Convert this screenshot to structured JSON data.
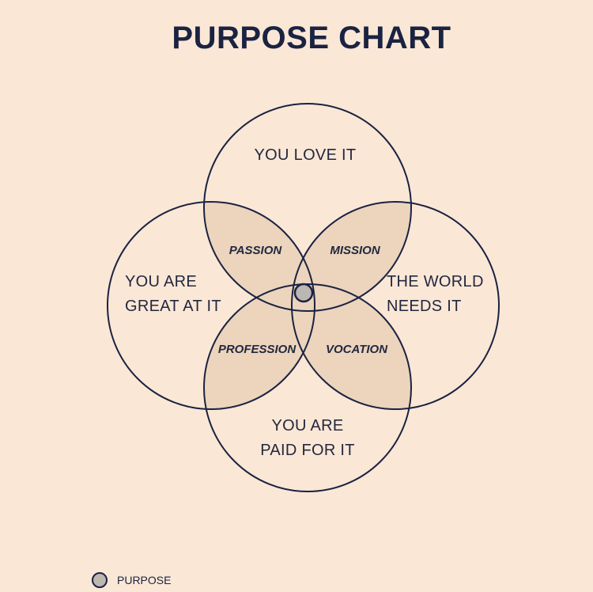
{
  "title": "PURPOSE CHART",
  "circles": {
    "top": [
      "YOU LOVE IT"
    ],
    "left": [
      "YOU ARE",
      "GREAT AT IT"
    ],
    "right": [
      "THE WORLD",
      "NEEDS IT"
    ],
    "bottom": [
      "YOU ARE",
      "PAID FOR IT"
    ]
  },
  "overlaps": {
    "top_left": "PASSION",
    "top_right": "MISSION",
    "bottom_left": "PROFESSION",
    "bottom_right": "VOCATION"
  },
  "legend": {
    "label": "PURPOSE"
  },
  "colors": {
    "background": "#fbe7d6",
    "outline": "#1a2341",
    "overlap_fill": "#ecd4bd",
    "purpose_fill": "#bdb7b2"
  }
}
